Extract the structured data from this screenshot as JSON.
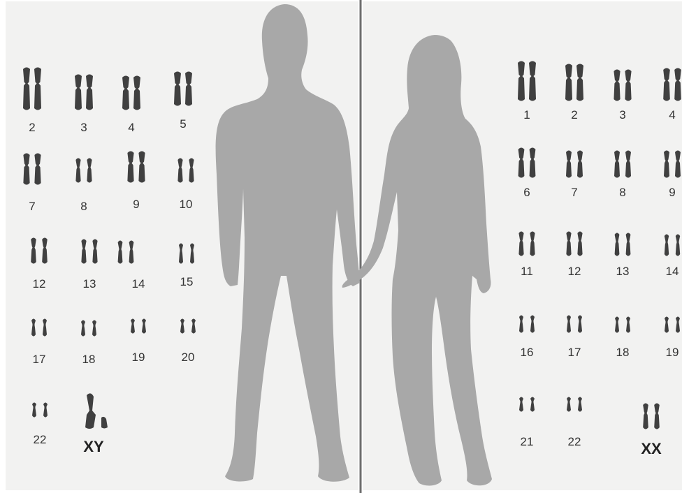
{
  "male_karyotype": {
    "labels": [
      "2",
      "3",
      "4",
      "5",
      "7",
      "8",
      "9",
      "10",
      "12",
      "13",
      "14",
      "15",
      "17",
      "18",
      "19",
      "20",
      "22"
    ],
    "sex_label": "XY"
  },
  "female_karyotype": {
    "labels": [
      "1",
      "2",
      "3",
      "4",
      "6",
      "7",
      "8",
      "9",
      "11",
      "12",
      "13",
      "14",
      "16",
      "17",
      "18",
      "19",
      "21",
      "22"
    ],
    "sex_label": "XX"
  },
  "colors": {
    "background": "#f2f2f1",
    "silhouette": "#a8a8a8",
    "chromosome": "#404040",
    "divider": "#6e6e6e"
  }
}
